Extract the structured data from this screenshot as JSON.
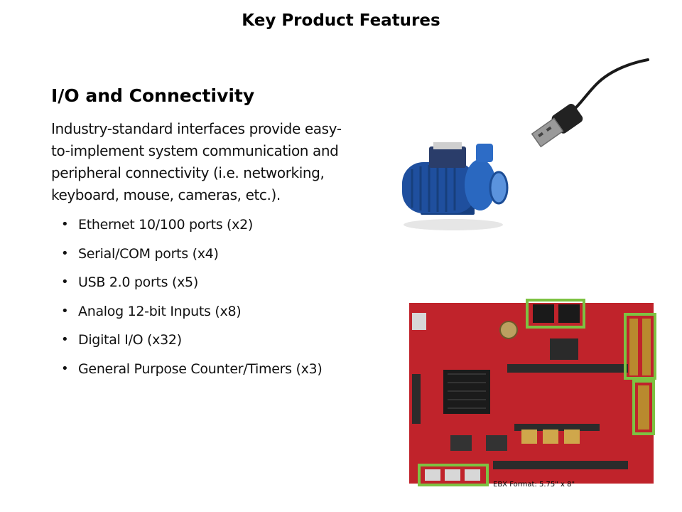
{
  "slide": {
    "title": "Key Product Features"
  },
  "section": {
    "heading": "I/O and Connectivity",
    "intro_lines": [
      "Industry-standard interfaces provide easy-",
      "to-implement system communication and",
      "peripheral connectivity (i.e. networking,",
      "keyboard, mouse, cameras, etc.)."
    ],
    "bullet_glyph": "•",
    "bullets": [
      "Ethernet 10/100 ports (x2)",
      "Serial/COM ports (x4)",
      "USB 2.0 ports (x5)",
      "Analog 12-bit Inputs (x8)",
      "Digital I/O (x32)",
      "General Purpose Counter/Timers (x3)"
    ]
  },
  "images": {
    "usb_cable": {
      "icon": "usb-cable-icon",
      "connector_color": "#9a9a9a",
      "cable_color": "#1a1a1a"
    },
    "pump": {
      "icon": "water-pump-icon",
      "body_color": "#1f4f9e"
    },
    "board": {
      "icon": "ebx-board-icon",
      "pcb_color": "#c0232b",
      "highlight_color": "#7dc242",
      "caption": "EBX Format: 5.75\"  x 8\""
    }
  }
}
